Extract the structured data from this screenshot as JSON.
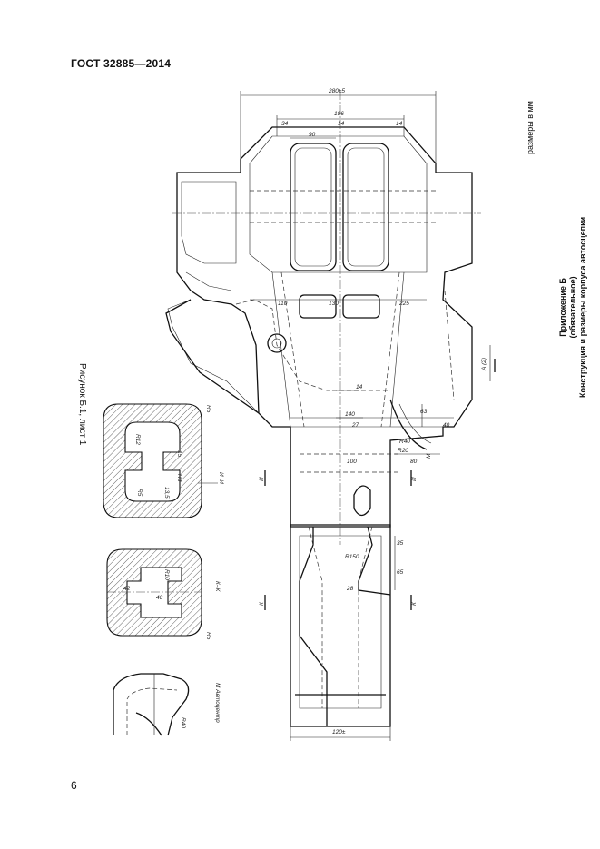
{
  "header": {
    "standard": "ГОСТ 32885—2014"
  },
  "appendix": {
    "title": "Приложение Б",
    "status": "(обязательное)",
    "subtitle": "Конструкция и размеры корпуса автосцепки"
  },
  "units_note": "размеры в мм",
  "figure_caption": "Рисунок Б.1, лист 1",
  "page_number": "6",
  "drawing": {
    "dimensions": {
      "d280": "280±5",
      "d186": "186",
      "d34a": "34",
      "d14a": "14",
      "d14b": "14",
      "d90": "90",
      "d130": "130",
      "d110": "110",
      "d225": "225",
      "d14c": "14",
      "d140": "140",
      "d27": "27",
      "d63": "63",
      "d100": "100",
      "d40": "40",
      "d80": "80",
      "dR40": "R40",
      "dR20": "R20",
      "dR150": "R150",
      "d35": "35",
      "d65": "65",
      "d28": "28",
      "d120": "120±",
      "dR5a": "R5",
      "dR12": "R12",
      "d15": "15",
      "dR8": "R8",
      "d13": "13,5",
      "dR5b": "R5",
      "dR10": "R10",
      "d42": "42",
      "d40b": "40",
      "dR5c": "R5",
      "dR40b": "R40"
    },
    "section_labels": {
      "ii": "И–И",
      "kk": "К–К",
      "m_detail": "М Автоцентр",
      "a2": "А (2)",
      "m1": "М",
      "i1": "И",
      "i2": "И",
      "k1": "К",
      "k2": "К"
    }
  }
}
